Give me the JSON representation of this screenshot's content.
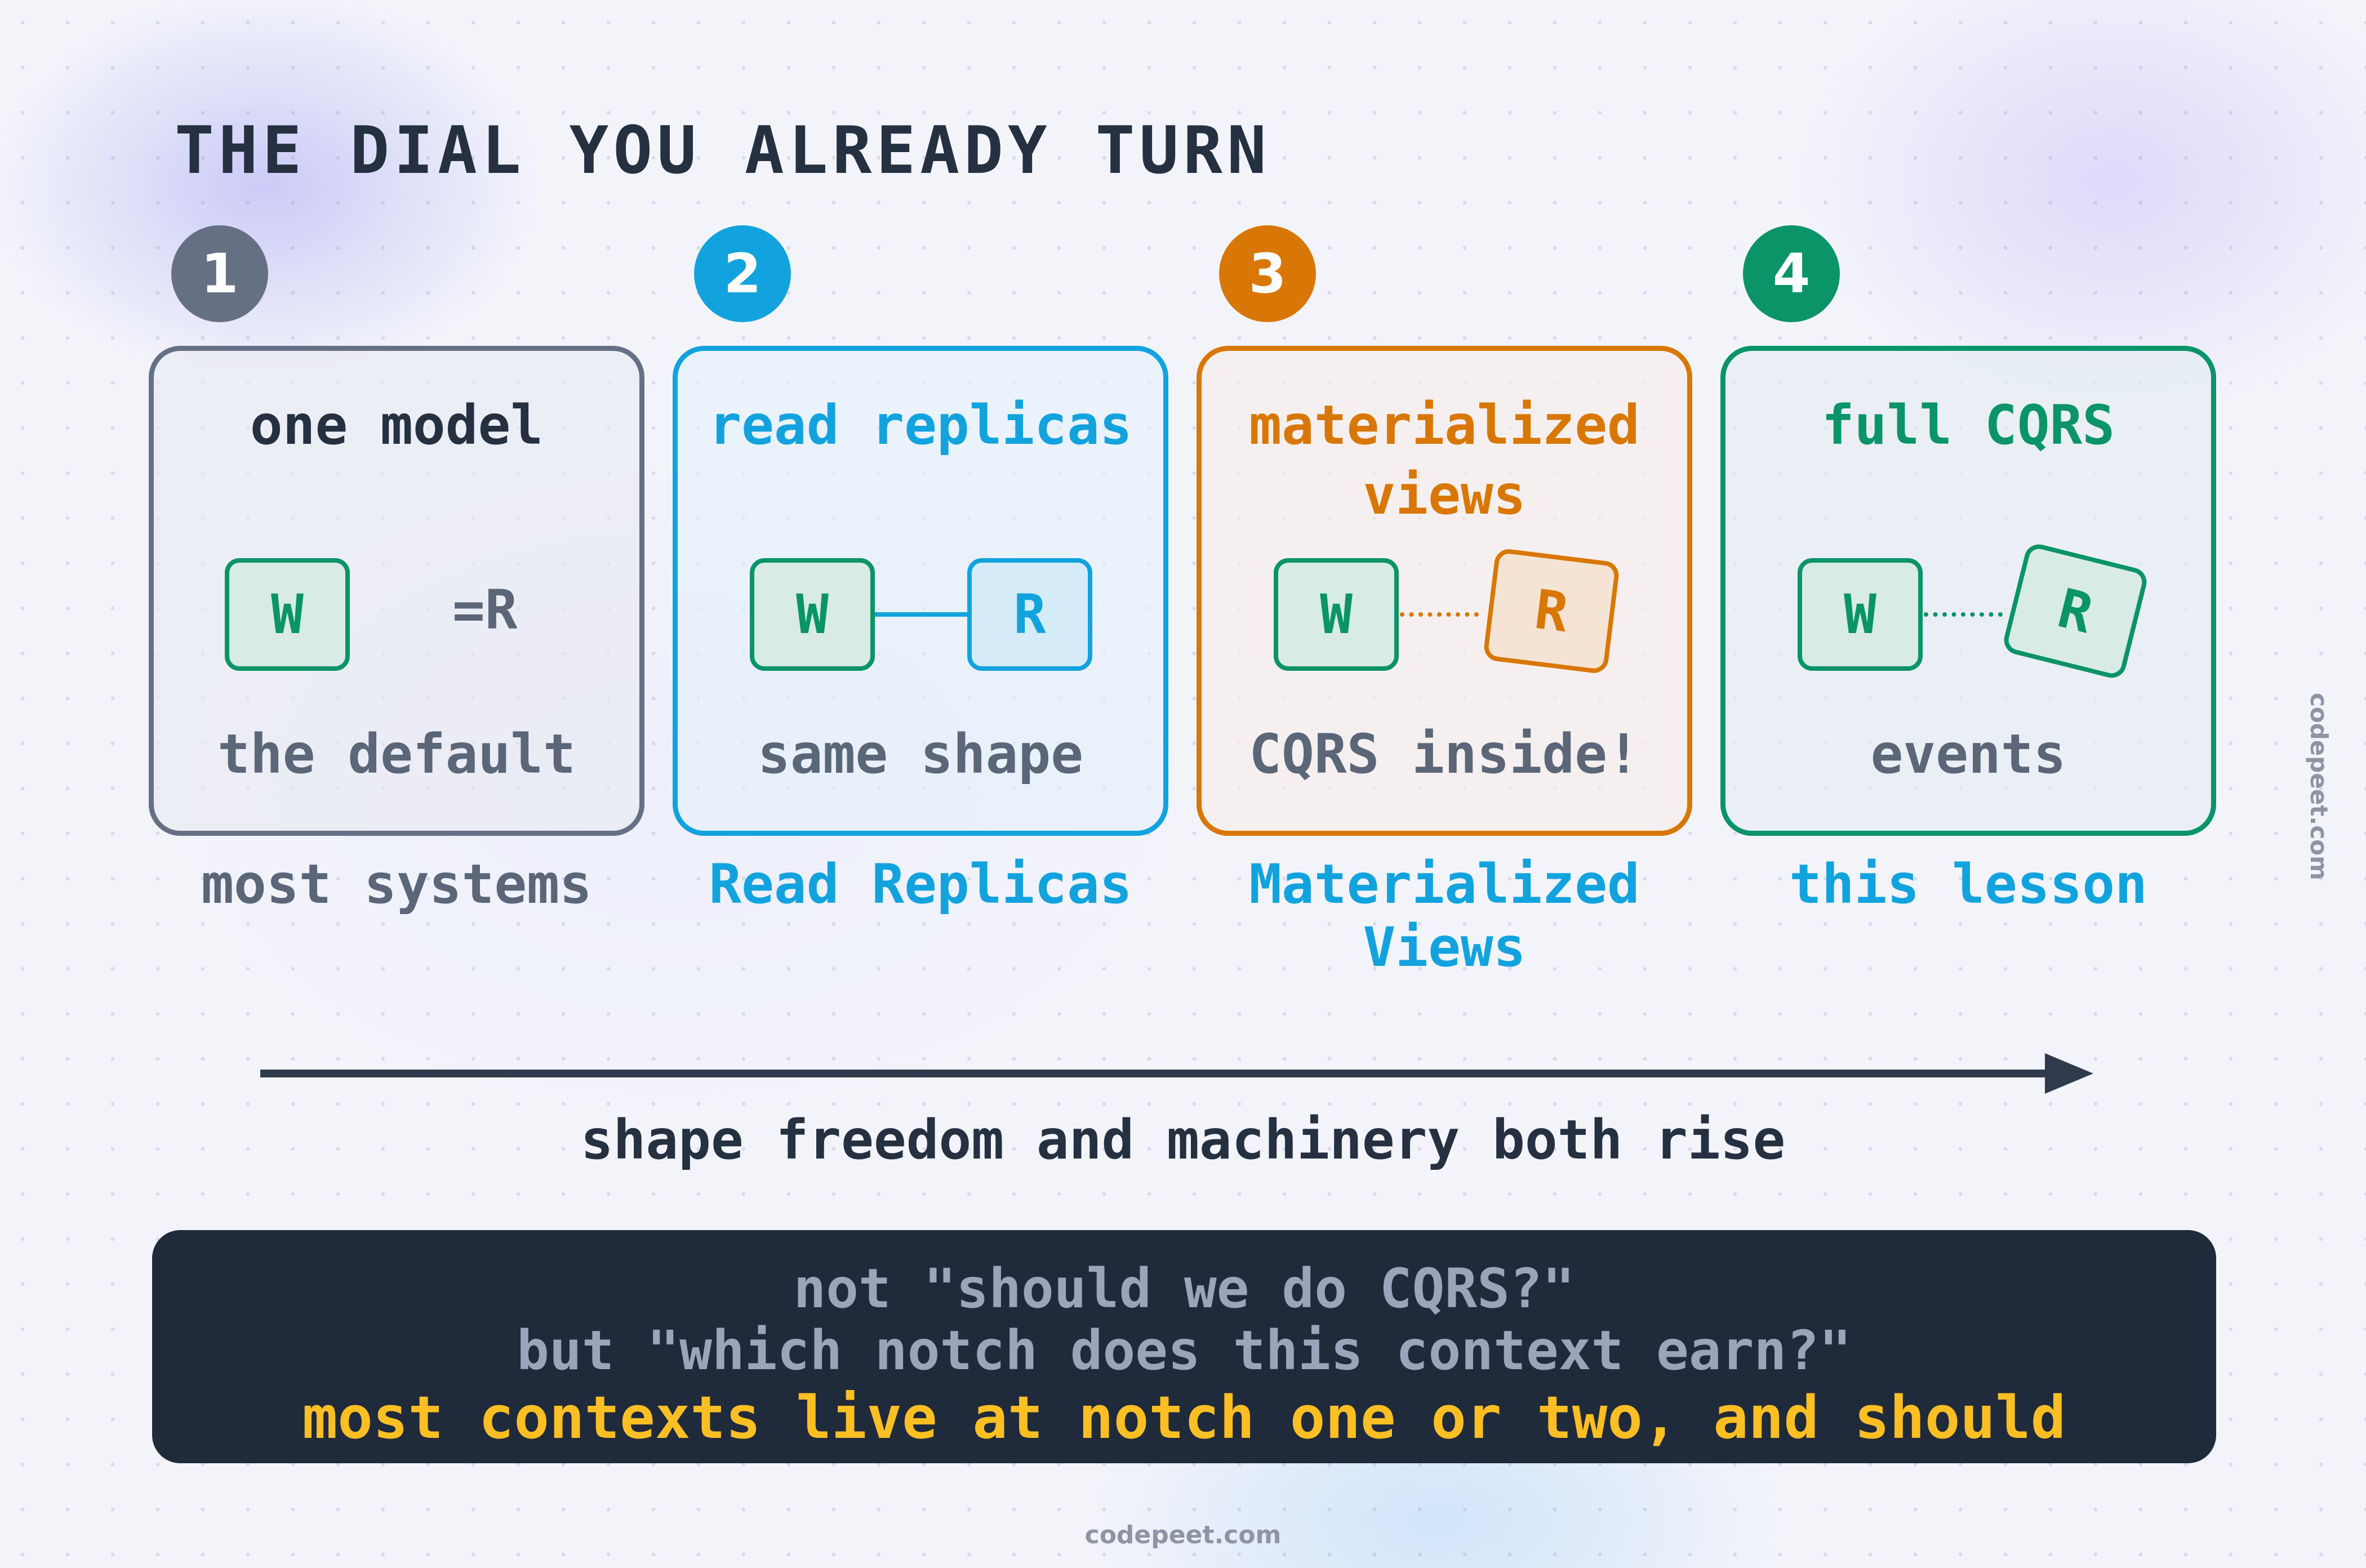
{
  "title": "THE DIAL YOU ALREADY TURN",
  "colors": {
    "slate": "#667085",
    "blue": "#12a3df",
    "orange": "#d97706",
    "green": "#0a9467",
    "dark": "#1f2a3b",
    "yellow": "#fbbf24"
  },
  "notches": [
    {
      "number": "1",
      "title": "one model",
      "w_label": "W",
      "r_label": "=R",
      "bottom_label": "the default",
      "caption": "most systems"
    },
    {
      "number": "2",
      "title": "read replicas",
      "w_label": "W",
      "r_label": "R",
      "bottom_label": "same shape",
      "caption": "Read Replicas"
    },
    {
      "number": "3",
      "title_line1": "materialized",
      "title_line2": "views",
      "w_label": "W",
      "r_label": "R",
      "bottom_label": "CQRS inside!",
      "caption_line1": "Materialized",
      "caption_line2": "Views"
    },
    {
      "number": "4",
      "title": "full CQRS",
      "w_label": "W",
      "r_label": "R",
      "bottom_label": "events",
      "caption": "this lesson"
    }
  ],
  "axis_label": "shape freedom and machinery both rise",
  "footer": {
    "line1": "not \"should we do CQRS?\"",
    "line2": "but \"which notch does this context earn?\"",
    "line3": "most contexts live at notch one or two, and should"
  },
  "watermark_bottom": "codepeet.com",
  "watermark_side": "codepeet.com"
}
